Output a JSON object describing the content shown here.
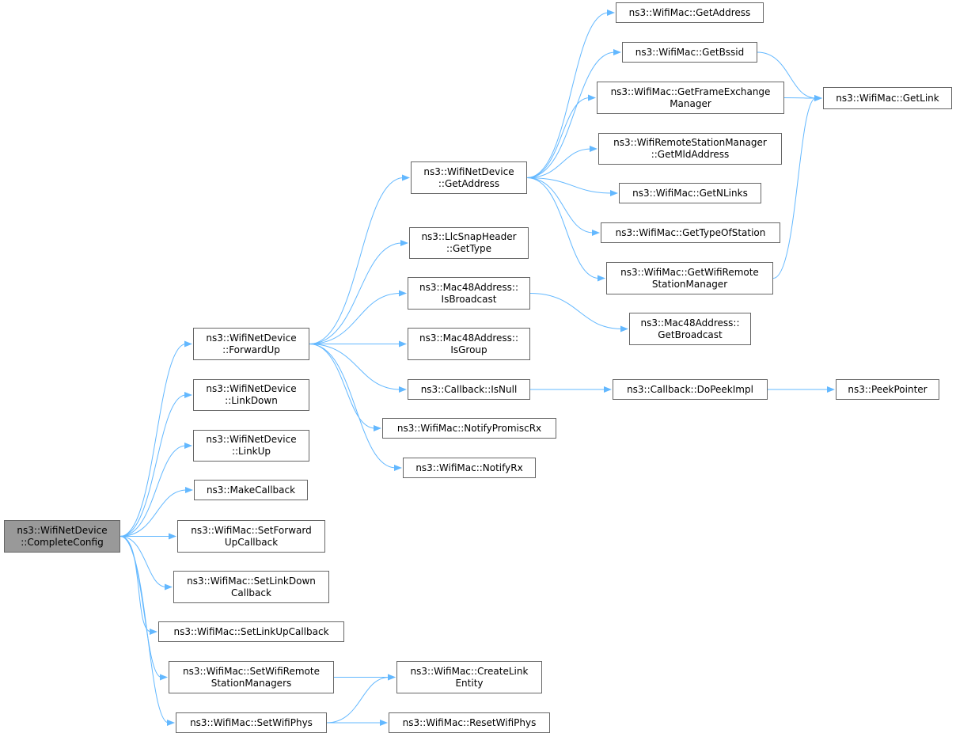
{
  "colors": {
    "edge": "#63b8ff",
    "node_border": "#666666",
    "root_fill": "#999999"
  },
  "nodes": {
    "complete_config": {
      "line1": "ns3::WifiNetDevice",
      "line2": "::CompleteConfig"
    },
    "forward_up": {
      "line1": "ns3::WifiNetDevice",
      "line2": "::ForwardUp"
    },
    "link_down": {
      "line1": "ns3::WifiNetDevice",
      "line2": "::LinkDown"
    },
    "link_up": {
      "line1": "ns3::WifiNetDevice",
      "line2": "::LinkUp"
    },
    "make_callback": {
      "line1": "ns3::MakeCallback"
    },
    "set_forward_up_callback": {
      "line1": "ns3::WifiMac::SetForward",
      "line2": "UpCallback"
    },
    "set_link_down_callback": {
      "line1": "ns3::WifiMac::SetLinkDown",
      "line2": "Callback"
    },
    "set_link_up_callback": {
      "line1": "ns3::WifiMac::SetLinkUpCallback"
    },
    "set_wifi_remote_station_managers": {
      "line1": "ns3::WifiMac::SetWifiRemote",
      "line2": "StationManagers"
    },
    "set_wifi_phys": {
      "line1": "ns3::WifiMac::SetWifiPhys"
    },
    "netdevice_get_address": {
      "line1": "ns3::WifiNetDevice",
      "line2": "::GetAddress"
    },
    "llc_get_type": {
      "line1": "ns3::LlcSnapHeader",
      "line2": "::GetType"
    },
    "is_broadcast": {
      "line1": "ns3::Mac48Address::",
      "line2": "IsBroadcast"
    },
    "is_group": {
      "line1": "ns3::Mac48Address::",
      "line2": "IsGroup"
    },
    "callback_is_null": {
      "line1": "ns3::Callback::IsNull"
    },
    "notify_promisc_rx": {
      "line1": "ns3::WifiMac::NotifyPromiscRx"
    },
    "notify_rx": {
      "line1": "ns3::WifiMac::NotifyRx"
    },
    "create_link_entity": {
      "line1": "ns3::WifiMac::CreateLink",
      "line2": "Entity"
    },
    "reset_wifi_phys": {
      "line1": "ns3::WifiMac::ResetWifiPhys"
    },
    "mac_get_address": {
      "line1": "ns3::WifiMac::GetAddress"
    },
    "get_bssid": {
      "line1": "ns3::WifiMac::GetBssid"
    },
    "get_frame_exchange_manager": {
      "line1": "ns3::WifiMac::GetFrameExchange",
      "line2": "Manager"
    },
    "get_mld_address": {
      "line1": "ns3::WifiRemoteStationManager",
      "line2": "::GetMldAddress"
    },
    "get_n_links": {
      "line1": "ns3::WifiMac::GetNLinks"
    },
    "get_type_of_station": {
      "line1": "ns3::WifiMac::GetTypeOfStation"
    },
    "get_wifi_remote_station_manager": {
      "line1": "ns3::WifiMac::GetWifiRemote",
      "line2": "StationManager"
    },
    "get_broadcast": {
      "line1": "ns3::Mac48Address::",
      "line2": "GetBroadcast"
    },
    "do_peek_impl": {
      "line1": "ns3::Callback::DoPeekImpl"
    },
    "get_link": {
      "line1": "ns3::WifiMac::GetLink"
    },
    "peek_pointer": {
      "line1": "ns3::PeekPointer"
    }
  },
  "edges": [
    [
      "complete_config",
      "forward_up"
    ],
    [
      "complete_config",
      "link_down"
    ],
    [
      "complete_config",
      "link_up"
    ],
    [
      "complete_config",
      "make_callback"
    ],
    [
      "complete_config",
      "set_forward_up_callback"
    ],
    [
      "complete_config",
      "set_link_down_callback"
    ],
    [
      "complete_config",
      "set_link_up_callback"
    ],
    [
      "complete_config",
      "set_wifi_remote_station_managers"
    ],
    [
      "complete_config",
      "set_wifi_phys"
    ],
    [
      "forward_up",
      "netdevice_get_address"
    ],
    [
      "forward_up",
      "llc_get_type"
    ],
    [
      "forward_up",
      "is_broadcast"
    ],
    [
      "forward_up",
      "is_group"
    ],
    [
      "forward_up",
      "callback_is_null"
    ],
    [
      "forward_up",
      "notify_promisc_rx"
    ],
    [
      "forward_up",
      "notify_rx"
    ],
    [
      "netdevice_get_address",
      "mac_get_address"
    ],
    [
      "netdevice_get_address",
      "get_bssid"
    ],
    [
      "netdevice_get_address",
      "get_frame_exchange_manager"
    ],
    [
      "netdevice_get_address",
      "get_mld_address"
    ],
    [
      "netdevice_get_address",
      "get_n_links"
    ],
    [
      "netdevice_get_address",
      "get_type_of_station"
    ],
    [
      "netdevice_get_address",
      "get_wifi_remote_station_manager"
    ],
    [
      "get_bssid",
      "get_link"
    ],
    [
      "get_frame_exchange_manager",
      "get_link"
    ],
    [
      "get_wifi_remote_station_manager",
      "get_link"
    ],
    [
      "is_broadcast",
      "get_broadcast"
    ],
    [
      "callback_is_null",
      "do_peek_impl"
    ],
    [
      "do_peek_impl",
      "peek_pointer"
    ],
    [
      "set_wifi_remote_station_managers",
      "create_link_entity"
    ],
    [
      "set_wifi_phys",
      "create_link_entity"
    ],
    [
      "set_wifi_phys",
      "reset_wifi_phys"
    ]
  ]
}
